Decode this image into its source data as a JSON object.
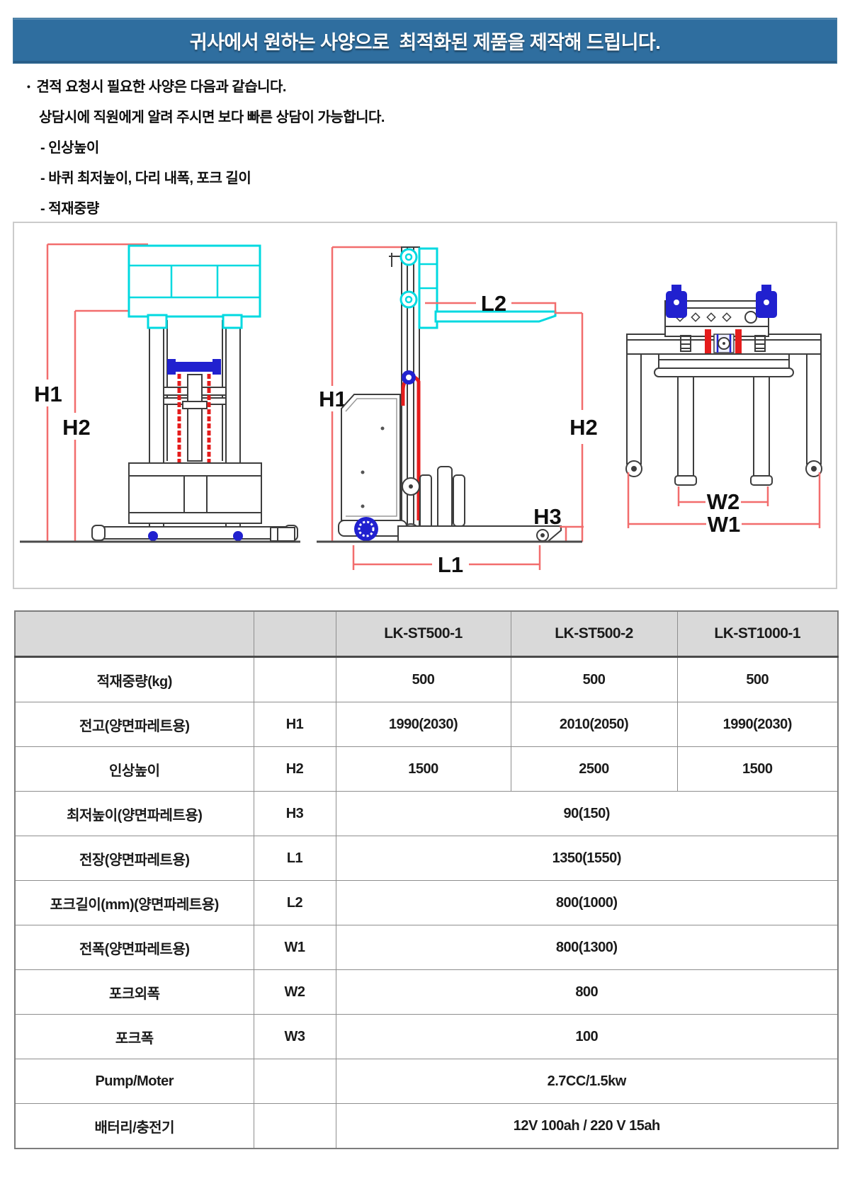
{
  "banner": {
    "title": "귀사에서 원하는 사양으로  최적화된 제품을 제작해 드립니다.",
    "bg_color": "#2f6e9f"
  },
  "intro": {
    "bullet_char": "•",
    "line1": "견적 요청시 필요한 사양은 다음과 같습니다.",
    "line2": "상담시에 직원에게 알려 주시면 보다 빠른 상담이 가능합니다.",
    "items": [
      "- 인상높이",
      "- 바퀴 최저높이, 다리 내폭, 포크 길이",
      "- 적재중량"
    ]
  },
  "diagram": {
    "labels": {
      "h1": "H1",
      "h2": "H2",
      "h3": "H3",
      "l1": "L1",
      "l2": "L2",
      "w1": "W1",
      "w2": "W2"
    },
    "colors": {
      "dimension_line": "#f26d6d",
      "chain_red": "#e51c1c",
      "carriage_cyan": "#00d9e0",
      "wheel_blue": "#2121cf",
      "outline": "#3d3d3d"
    }
  },
  "table": {
    "header": {
      "col_label": "",
      "col_dim": "",
      "models": [
        "LK-ST500-1",
        "LK-ST500-2",
        "LK-ST1000-1"
      ]
    },
    "rows": [
      {
        "label": "적재중량(kg)",
        "dim": "",
        "values": [
          "500",
          "500",
          "500"
        ]
      },
      {
        "label": "전고(양면파레트용)",
        "dim": "H1",
        "values": [
          "1990(2030)",
          "2010(2050)",
          "1990(2030)"
        ]
      },
      {
        "label": "인상높이",
        "dim": "H2",
        "values": [
          "1500",
          "2500",
          "1500"
        ]
      },
      {
        "label": "최저높이(양면파레트용)",
        "dim": "H3",
        "span": "90(150)"
      },
      {
        "label": "전장(양면파레트용)",
        "dim": "L1",
        "span": "1350(1550)"
      },
      {
        "label": "포크길이(mm)(양면파레트용)",
        "dim": "L2",
        "span": "800(1000)"
      },
      {
        "label": "전폭(양면파레트용)",
        "dim": "W1",
        "span": "800(1300)"
      },
      {
        "label": "포크외폭",
        "dim": "W2",
        "span": "800"
      },
      {
        "label": "포크폭",
        "dim": "W3",
        "span": "100"
      },
      {
        "label": "Pump/Moter",
        "dim": "",
        "span": "2.7CC/1.5kw"
      },
      {
        "label": "배터리/충전기",
        "dim": "",
        "span": "12V 100ah / 220 V 15ah"
      }
    ]
  }
}
